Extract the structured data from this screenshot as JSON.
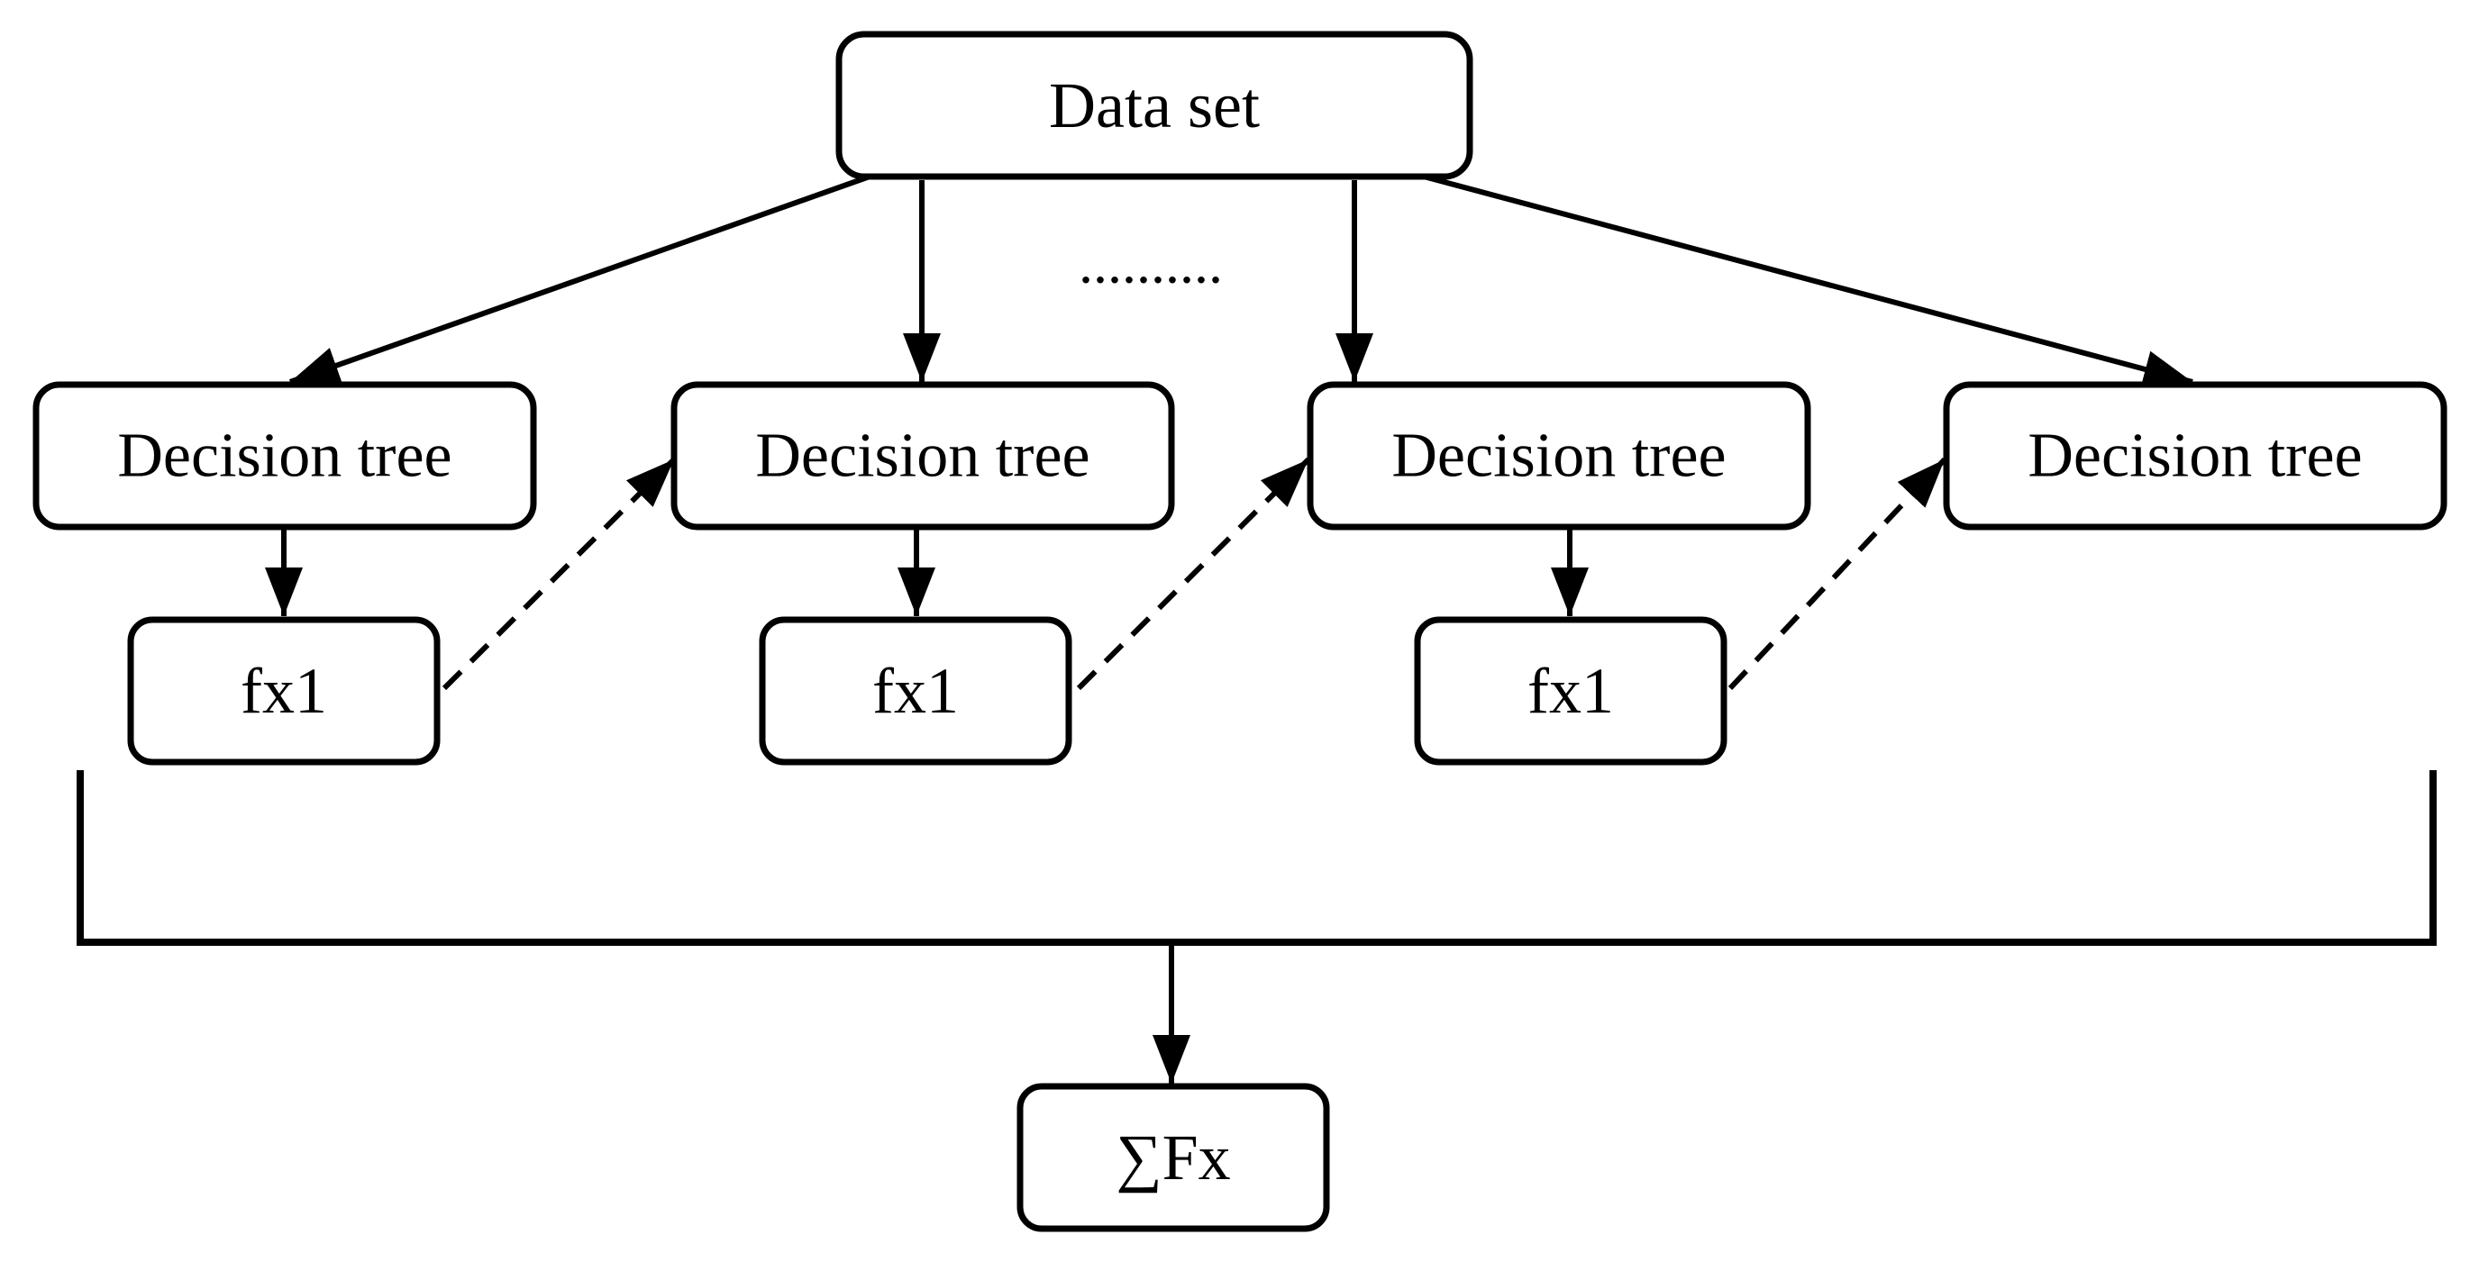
{
  "nodes": {
    "dataset": {
      "label": "Data set"
    },
    "trees": [
      {
        "label": "Decision tree"
      },
      {
        "label": "Decision tree"
      },
      {
        "label": "Decision tree"
      },
      {
        "label": "Decision tree"
      }
    ],
    "outputs": [
      {
        "label": "fx1"
      },
      {
        "label": "fx1"
      },
      {
        "label": "fx1"
      }
    ],
    "sum": {
      "label": "∑Fx"
    }
  },
  "ellipsis": "..........",
  "colors": {
    "stroke": "#000000",
    "background": "#ffffff"
  }
}
